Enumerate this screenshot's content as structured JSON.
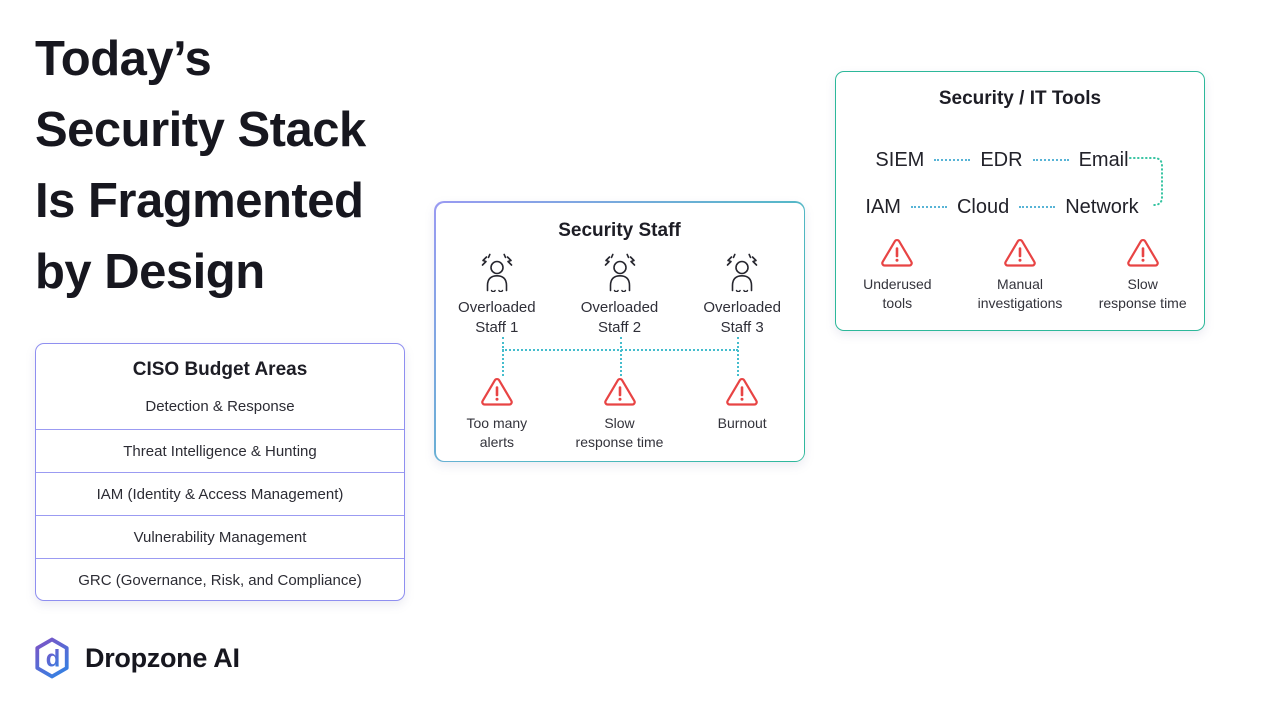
{
  "title": {
    "lines": [
      "Today’s",
      "Security Stack",
      "Is Fragmented",
      "by Design"
    ]
  },
  "ciso": {
    "title": "CISO Budget Areas",
    "items": [
      "Detection & Response",
      "Threat Intelligence & Hunting",
      "IAM (Identity & Access Management)",
      "Vulnerability Management",
      "GRC (Governance, Risk, and Compliance)"
    ]
  },
  "staff": {
    "title": "Security Staff",
    "members": [
      "Overloaded\nStaff 1",
      "Overloaded\nStaff 2",
      "Overloaded\nStaff 3"
    ],
    "issues": [
      "Too many\nalerts",
      "Slow\nresponse time",
      "Burnout"
    ]
  },
  "tools": {
    "title": "Security / IT Tools",
    "row1": [
      "SIEM",
      "EDR",
      "Email"
    ],
    "row2": [
      "IAM",
      "Cloud",
      "Network"
    ],
    "issues": [
      "Underused\ntools",
      "Manual\ninvestigations",
      "Slow\nresponse time"
    ]
  },
  "footer": {
    "brand": "Dropzone AI"
  },
  "colors": {
    "purple_border": "#8f8ff0",
    "teal_border": "#2db89a",
    "connector_teal": "#45bdcd",
    "connector_blue": "#58b4d6",
    "curve_teal": "#38c4a2",
    "warning_red": "#e84444",
    "logo_purple": "#7e52c5",
    "logo_blue": "#3b7de0"
  }
}
